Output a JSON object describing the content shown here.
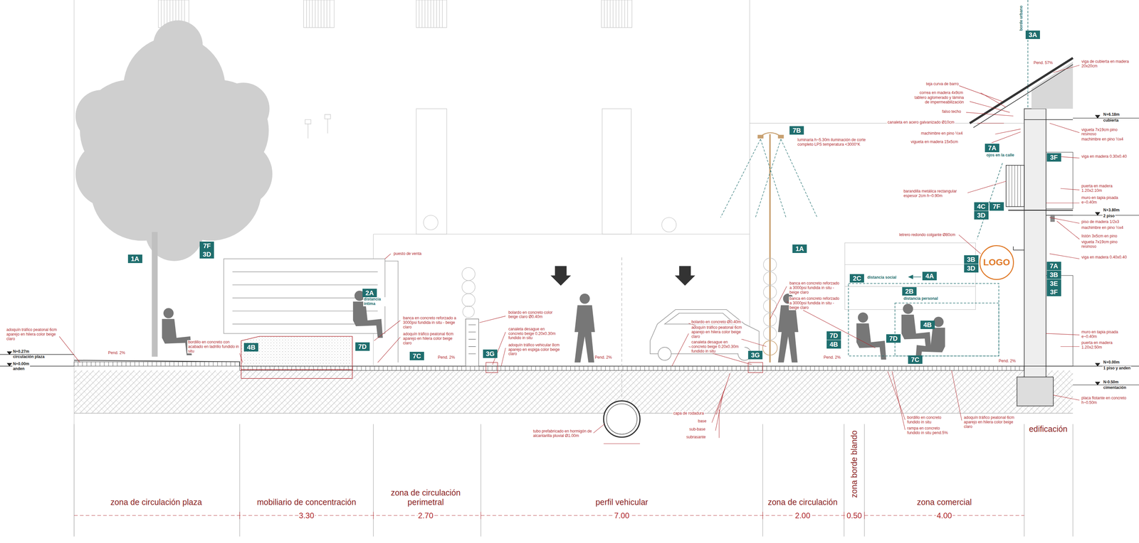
{
  "diagram": {
    "nodes": [
      {
        "text": [
          "3A"
        ]
      },
      {
        "text": [
          "7B"
        ]
      },
      {
        "text": [
          "7A"
        ]
      },
      {
        "text": [
          "3F"
        ]
      },
      {
        "text": [
          "4C"
        ]
      },
      {
        "text": [
          "7F"
        ]
      },
      {
        "text": [
          "3D"
        ]
      },
      {
        "text": [
          "7F"
        ]
      },
      {
        "text": [
          "1A"
        ]
      },
      {
        "text": [
          "3D"
        ]
      },
      {
        "text": [
          "1A"
        ]
      },
      {
        "text": [
          "3B"
        ]
      },
      {
        "text": [
          "LOGO"
        ]
      },
      {
        "text": [
          "7A"
        ]
      },
      {
        "text": [
          "3D"
        ]
      },
      {
        "text": [
          "3B"
        ]
      },
      {
        "text": [
          "4A"
        ]
      },
      {
        "text": [
          "2C"
        ]
      },
      {
        "text": [
          "3E"
        ]
      },
      {
        "text": [
          "3F"
        ]
      },
      {
        "text": [
          "2B"
        ]
      },
      {
        "text": [
          "2A"
        ]
      },
      {
        "text": [
          "4B"
        ]
      },
      {
        "text": [
          "7D"
        ]
      },
      {
        "text": [
          "7D"
        ]
      },
      {
        "text": [
          "4B"
        ]
      },
      {
        "text": [
          "7D"
        ]
      },
      {
        "text": [
          "4B"
        ]
      },
      {
        "text": [
          "3G"
        ]
      },
      {
        "text": [
          "3G"
        ]
      },
      {
        "text": [
          "7C"
        ]
      },
      {
        "text": [
          "7C"
        ]
      }
    ],
    "labels": [
      "adoquín tráfico peatonal 6cm aparejo en hilera color beige claro",
      "N+0.27m",
      "circulación plaza",
      "N+0.00m",
      "anden",
      "Pend. 2%",
      "bordillo en concreto con acabado en ladrillo fundido in situ",
      "puesto de venta",
      "distancia íntima",
      "banca en concreto reforzado a 3000psi fundida in situ - beige claro",
      "adoquín tráfico peatonal 6cm aparejo en hilera color beige claro",
      "Pend. 2%",
      "bolardo en concreto color beige claro Ø0.40m",
      "canaleta desague en concreto beige 0.20x0.30m fundido in situ",
      "adoquín tráfico vehicular 8cm aparejo en espiga color beige claro",
      "Pend. 2%",
      "luminaria h~5.30m iluminación de corte completo LPS temperatura <3000°K",
      "bolardo en concreto Ø0.40m",
      "adoquín tráfico peatonal 6cm aparejo en hilera color beige claro",
      "canaleta desague en concreto beige 0.20x0.30m fundido in situ",
      "banca en concreto reforzado a 3000psi fundida in situ - beige claro",
      "banca en concreto reforzado a 3000psi fundida in situ - beige claro",
      "Pend. 2%",
      "capa de rodadura",
      "base",
      "sub-base",
      "subrasante",
      "tubo prefabricado en hormigón de alcantarilla pluvial Ø1.00m",
      "letrero redondo colgante Ø80cm",
      "distancia social",
      "distancia personal",
      "ojos en la calle",
      "bordillo en concreto fundido in situ",
      "rampa en concreto fundido in situ pend.5%",
      "adoquín tráfico peatonal 6cm aparejo en hilera color beige claro",
      "Pend. 2%",
      "borde urbano",
      "Pend. 57%",
      "teja curva de barro",
      "correa en madera 4x9cm",
      "tablero aglomerado y lámina de impermeabilización",
      "falso techo",
      "canaleta en acero galvanizado Ø10cm",
      "machimbre en pino ½x4",
      "vigueta en madera 15x5cm",
      "barandilla metálica rectangular espesor 2cm h~0.90m",
      "viga de cubierta en madera 20x20cm",
      "N+6.18m",
      "cubierta",
      "vigueta 7x19cm pino resinoso",
      "machimbre en pino ½x4",
      "viga en madera 0.30x0.40",
      "puerta en madera 1.20x2.10m",
      "muro en tapia pisada e~0.40m",
      "N+3.80m",
      "2 piso",
      "piso de madera 1/2x3",
      "machimbre en pino ½x4",
      "listón 3x5cm en pino",
      "vigueta 7x19cm pino resinoso",
      "viga en madera 0.40x0.40",
      "muro en tapia pisada e~0.40m",
      "puerta en madera 1.20x2.50m",
      "N+0.00m",
      "1 piso y anden",
      "N-0.50m",
      "cimentación",
      "placa flotante en concreto h~0.50m",
      "zona de circulación plaza",
      "mobiliario de concentración",
      "3.30",
      "zona de circulación perimetral",
      "2.70",
      "perfil vehicular",
      "7.00",
      "zona de circulación",
      "2.00",
      "zona borde blando",
      "0.50",
      "zona comercial",
      "4.00",
      "edificación"
    ]
  }
}
